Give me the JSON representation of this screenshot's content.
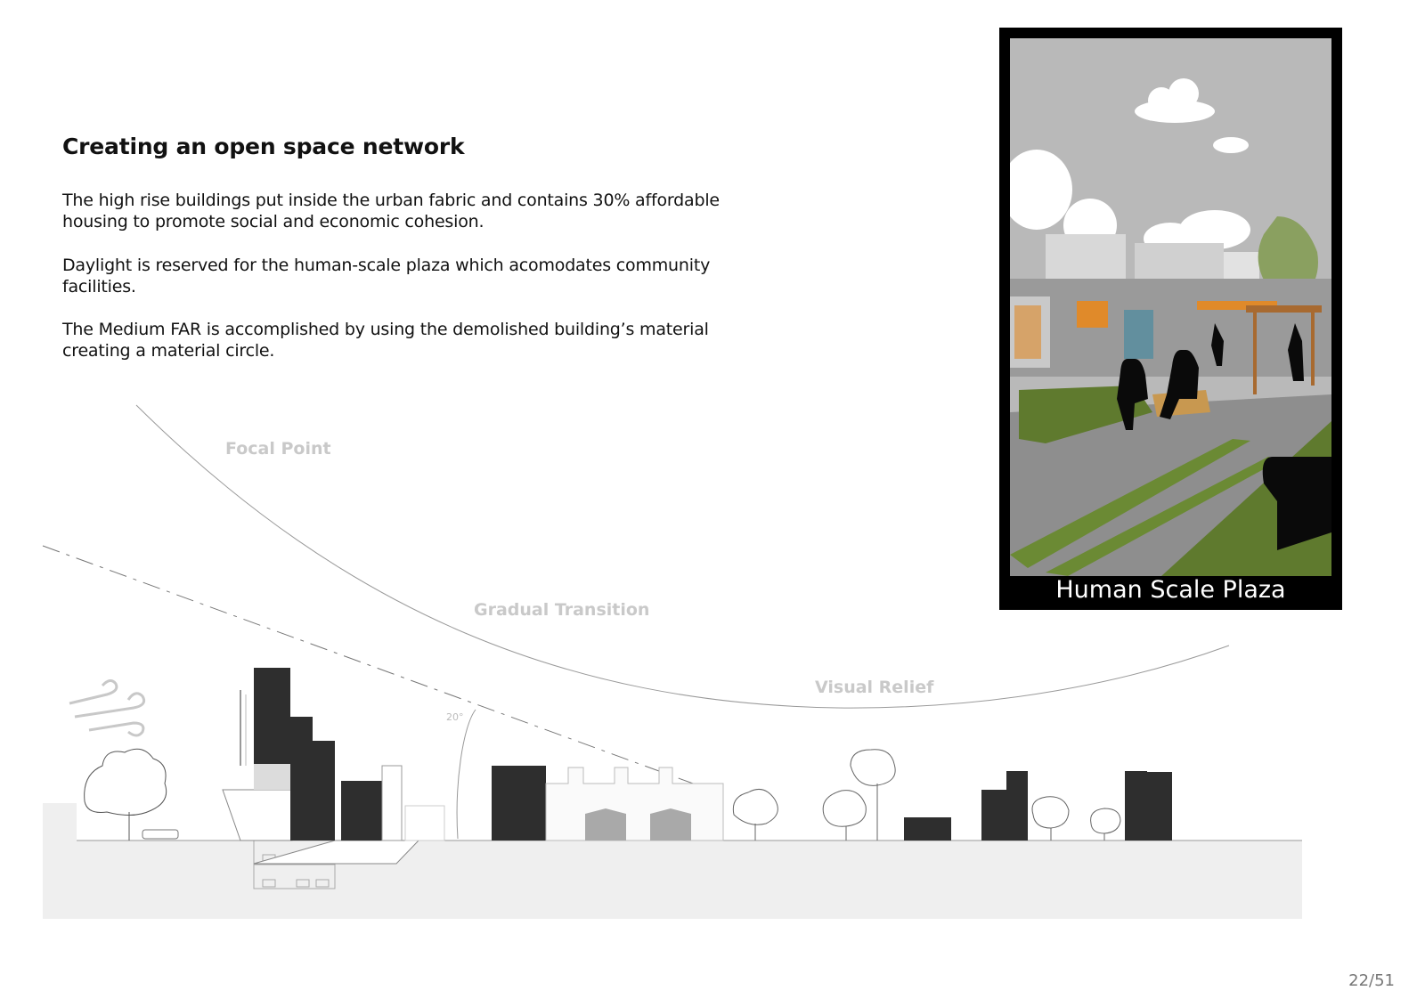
{
  "heading": "Creating an open space network",
  "paragraphs": [
    "The high rise buildings put inside the urban fabric and contains 30% affordable housing to promote social and economic cohesion.",
    "Daylight is reserved for the human-scale plaza which acomodates community facilities.",
    "The Medium FAR is accomplished by using the demolished building’s material creating a material circle."
  ],
  "section": {
    "labels": {
      "focal_point": "Focal Point",
      "gradual_transition": "Gradual Transition",
      "visual_relief": "Visual Relief"
    },
    "angle_label": "20°"
  },
  "plaza": {
    "caption": "Human Scale Plaza"
  },
  "page_number": "22/51",
  "colors": {
    "building_dark": "#2e2e2e",
    "ground": "#efefef",
    "label_gray": "#c9c9c9",
    "plaza_sky": "#b9b9b9",
    "plaza_green": "#5f7a2e",
    "accent_orange": "#e08a2a"
  }
}
